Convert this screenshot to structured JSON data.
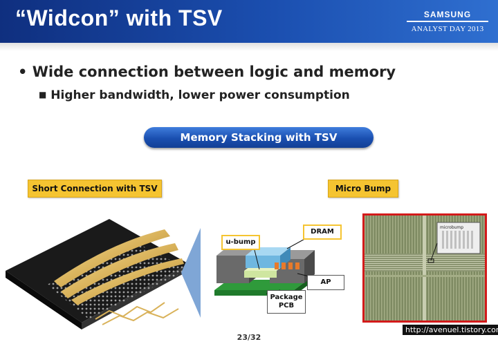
{
  "header": {
    "title": "“Widcon” with TSV",
    "logo_line1": "SAMSUNG",
    "logo_line2": "ANALYST DAY 2013"
  },
  "bullets": {
    "main": "Wide connection between logic and memory",
    "sub": "Higher bandwidth, lower power consumption"
  },
  "banner": "Memory Stacking with TSV",
  "labels": {
    "short_connection": "Short Connection with TSV",
    "micro_bump": "Micro Bump"
  },
  "diagram": {
    "u_bump": "u-bump",
    "dram": "DRAM",
    "ap": "AP",
    "package_pcb_line1": "Package",
    "package_pcb_line2": "PCB"
  },
  "photo_inset_label": "microbump",
  "watermark_url": "http://avenuel.tistory.com",
  "page_number": "23/32",
  "colors": {
    "header_blue": "#1b4fb0",
    "label_yellow": "#f5c431",
    "photo_border_red": "#d31a1a",
    "dram_blue": "#6fb7e0",
    "pcb_green": "#2f9a3b"
  }
}
